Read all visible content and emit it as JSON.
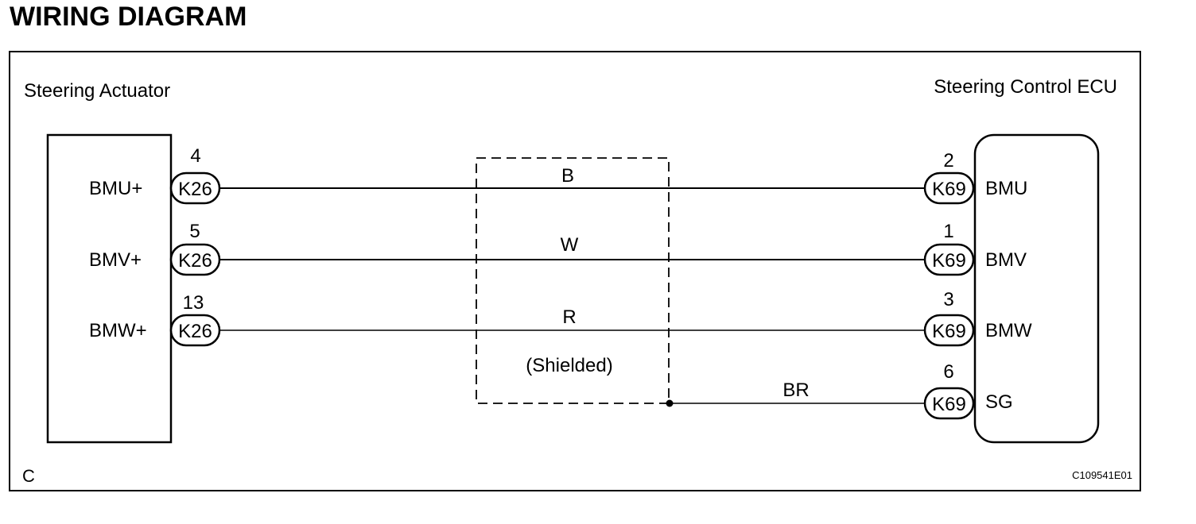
{
  "title": "WIRING DIAGRAM",
  "left_component": {
    "name": "Steering Actuator",
    "connector": "K26",
    "pins": [
      {
        "label": "BMU+",
        "pin": "4"
      },
      {
        "label": "BMV+",
        "pin": "5"
      },
      {
        "label": "BMW+",
        "pin": "13"
      }
    ]
  },
  "right_component": {
    "name": "Steering Control ECU",
    "connector": "K69",
    "pins": [
      {
        "label": "BMU",
        "pin": "2"
      },
      {
        "label": "BMV",
        "pin": "1"
      },
      {
        "label": "BMW",
        "pin": "3"
      },
      {
        "label": "SG",
        "pin": "6"
      }
    ]
  },
  "wires": [
    {
      "color_code": "B"
    },
    {
      "color_code": "W"
    },
    {
      "color_code": "R"
    },
    {
      "color_code": "BR"
    }
  ],
  "shield_label": "(Shielded)",
  "footer": {
    "corner_label": "C",
    "figure_code": "C109541E01"
  }
}
